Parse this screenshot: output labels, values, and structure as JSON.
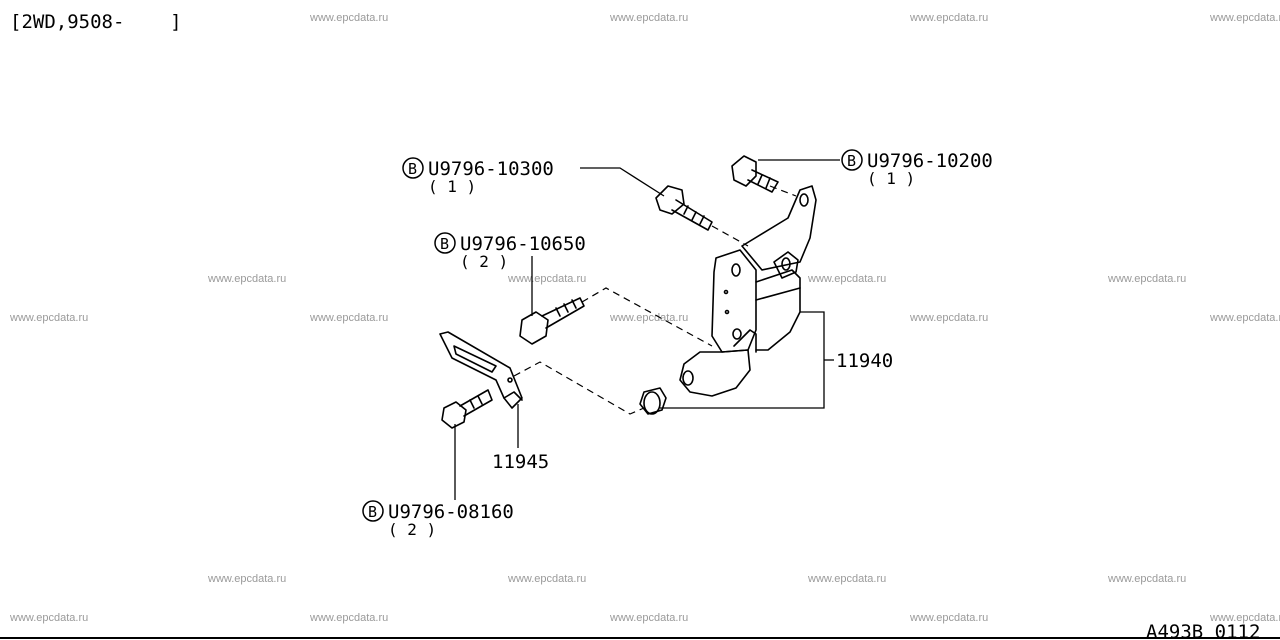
{
  "header": {
    "variant": "[2WD,9508-    ]"
  },
  "footer": {
    "code": "A493B 0112"
  },
  "watermark": {
    "text": "www.epcdata.ru"
  },
  "callouts": [
    {
      "prefix": "B",
      "part_no": "U9796-10300",
      "qty": "( 1 )"
    },
    {
      "prefix": "B",
      "part_no": "U9796-10200",
      "qty": "( 1 )"
    },
    {
      "prefix": "B",
      "part_no": "U9796-10650",
      "qty": "( 2 )"
    },
    {
      "prefix": "B",
      "part_no": "U9796-08160",
      "qty": "( 2 )"
    }
  ],
  "parts": [
    {
      "part_no": "11940"
    },
    {
      "part_no": "11945"
    }
  ]
}
